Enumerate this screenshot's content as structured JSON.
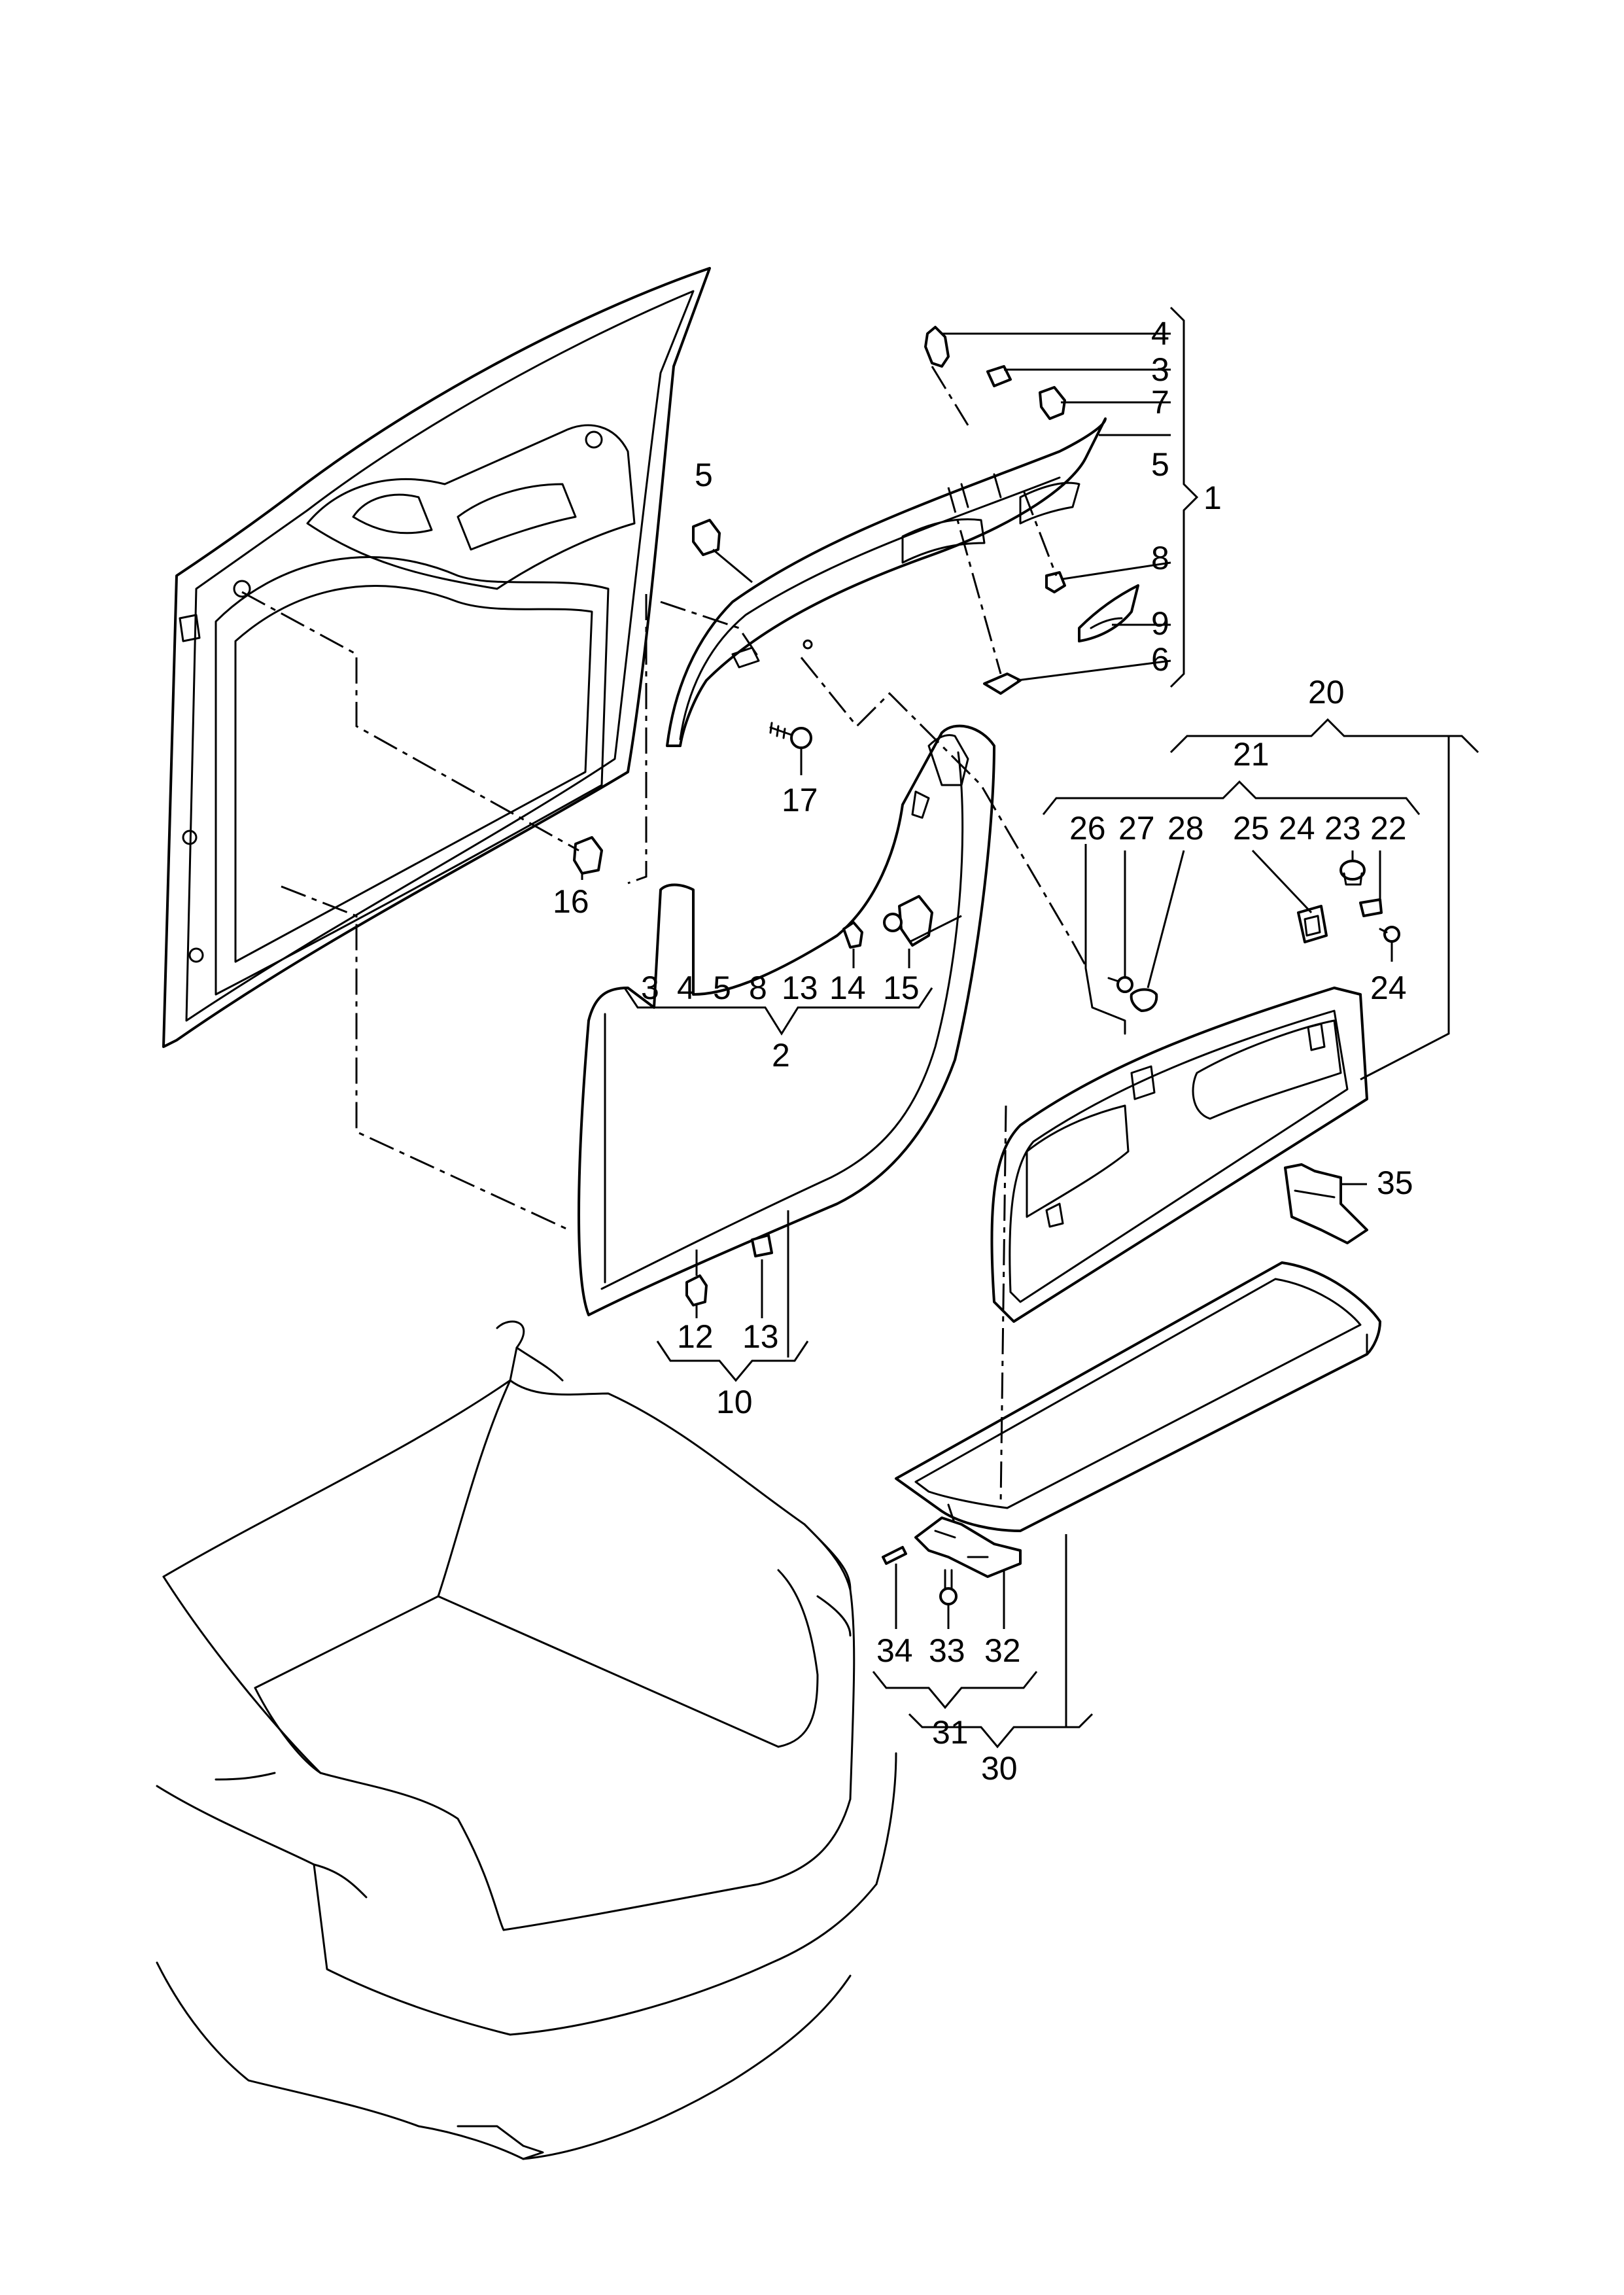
{
  "callouts": {
    "n1": "1",
    "n2": "2",
    "n3": "3",
    "n4": "4",
    "n5": "5",
    "n6": "6",
    "n7": "7",
    "n8": "8",
    "n9": "9",
    "n10": "10",
    "n12": "12",
    "n13": "13",
    "n14": "14",
    "n15": "15",
    "n16": "16",
    "n17": "17",
    "n20": "20",
    "n21": "21",
    "n22": "22",
    "n23": "23",
    "n24": "24",
    "n25": "25",
    "n26": "26",
    "n27": "27",
    "n28": "28",
    "n30": "30",
    "n31": "31",
    "n32": "32",
    "n33": "33",
    "n34": "34",
    "n35": "35"
  }
}
